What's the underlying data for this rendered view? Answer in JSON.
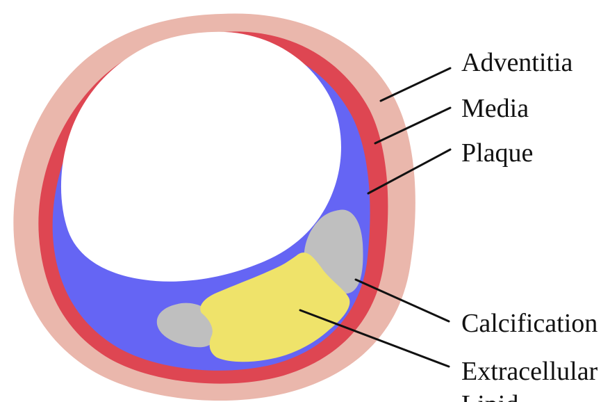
{
  "labels": {
    "adventitia": "Adventitia",
    "media": "Media",
    "plaque": "Plaque",
    "calcification": "Calcification",
    "extracellular": "Extracellular",
    "lipid": "Lipid"
  },
  "colors": {
    "adventitia": "#EAB7AC",
    "media": "#DE4652",
    "plaque": "#6565F4",
    "lumen": "#FFFFFF",
    "calcification": "#BFBFBF",
    "lipid": "#EFE36A",
    "leader_line": "#111111"
  }
}
